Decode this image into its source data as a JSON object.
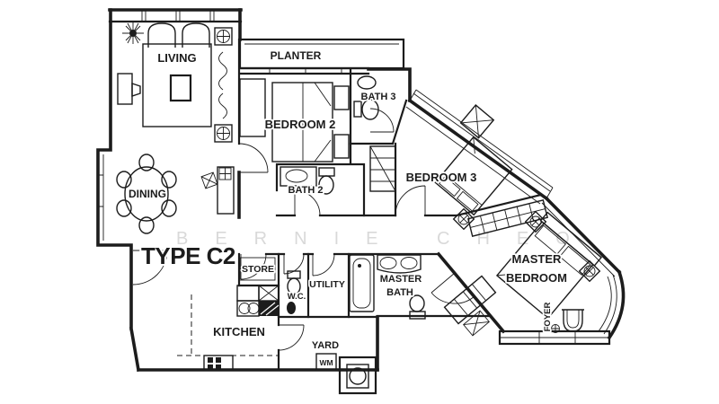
{
  "title": "TYPE C2",
  "watermark": "BERNIE CHEO",
  "rooms": {
    "living": "LIVING",
    "planter": "PLANTER",
    "bedroom2": "BEDROOM 2",
    "bath3": "BATH 3",
    "dining": "DINING",
    "bath2": "BATH 2",
    "bedroom3": "BEDROOM 3",
    "master_bedroom": [
      "MASTER",
      "BEDROOM"
    ],
    "master_bath": [
      "MASTER",
      "BATH"
    ],
    "store": "STORE",
    "wc": "W.C.",
    "utility": "UTILITY",
    "kitchen": "KITCHEN",
    "yard": "YARD",
    "wm": "WM",
    "foyer": "FOYER"
  },
  "colors": {
    "ink": "#1c1c1c",
    "watermark": "#d9d9d9",
    "background": "#ffffff"
  }
}
